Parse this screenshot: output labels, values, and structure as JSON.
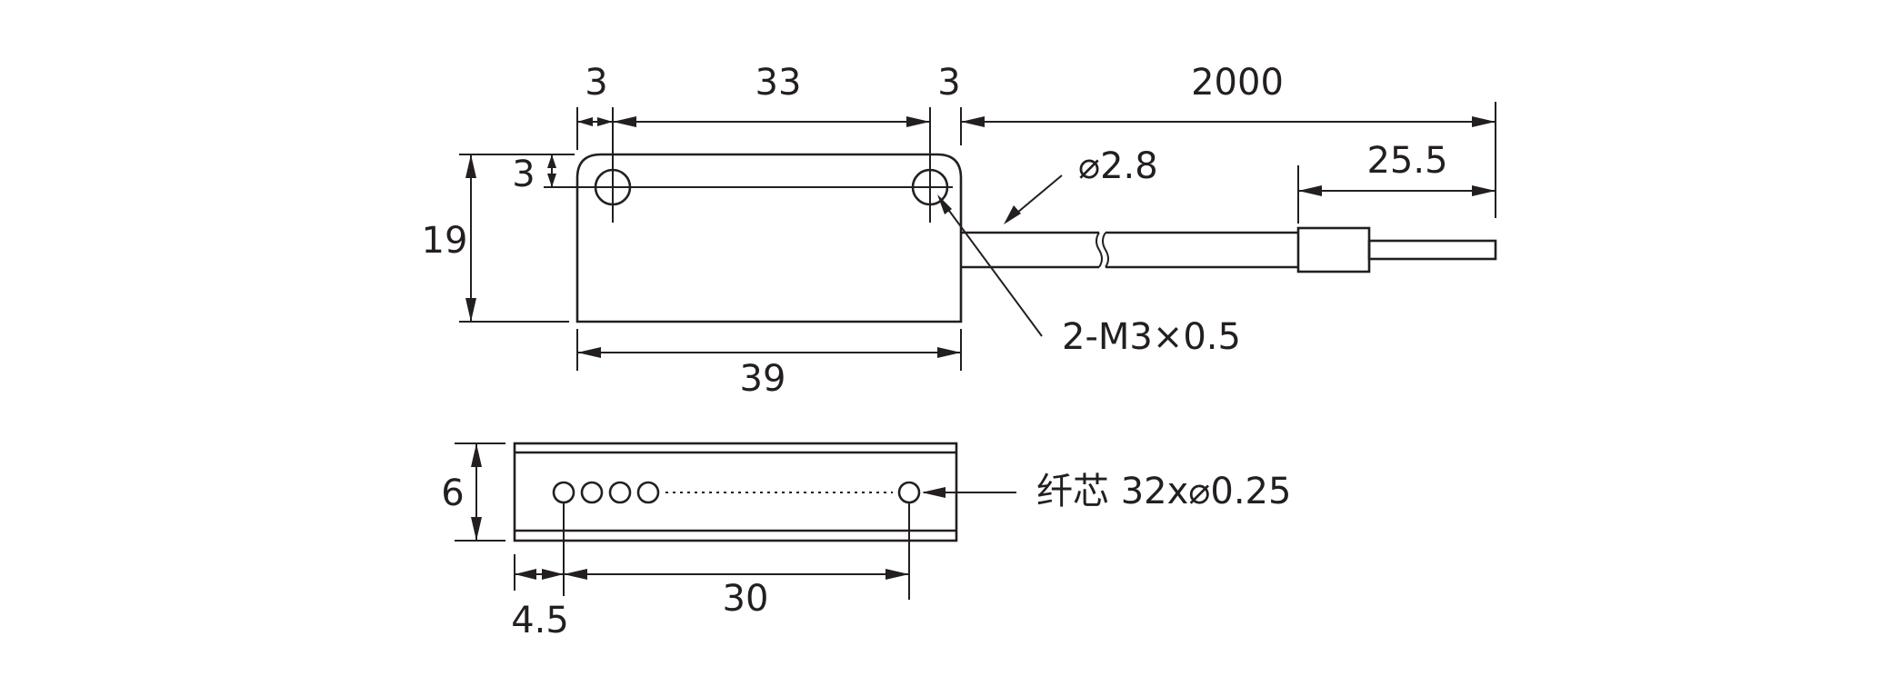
{
  "top_view": {
    "dim_left_margin": "3",
    "dim_hole_spacing": "33",
    "dim_right_margin": "3",
    "dim_cable_length": "2000",
    "dim_hole_offset": "3",
    "dim_height": "19",
    "dim_cable_diameter": "⌀2.8",
    "dim_ferrule_length": "25.5",
    "dim_body_width": "39",
    "hole_callout": "2-M3×0.5"
  },
  "front_view": {
    "dim_thickness": "6",
    "fiber_callout": "纤芯 32x⌀0.25",
    "dim_first_fiber_offset": "4.5",
    "dim_fiber_span": "30"
  }
}
